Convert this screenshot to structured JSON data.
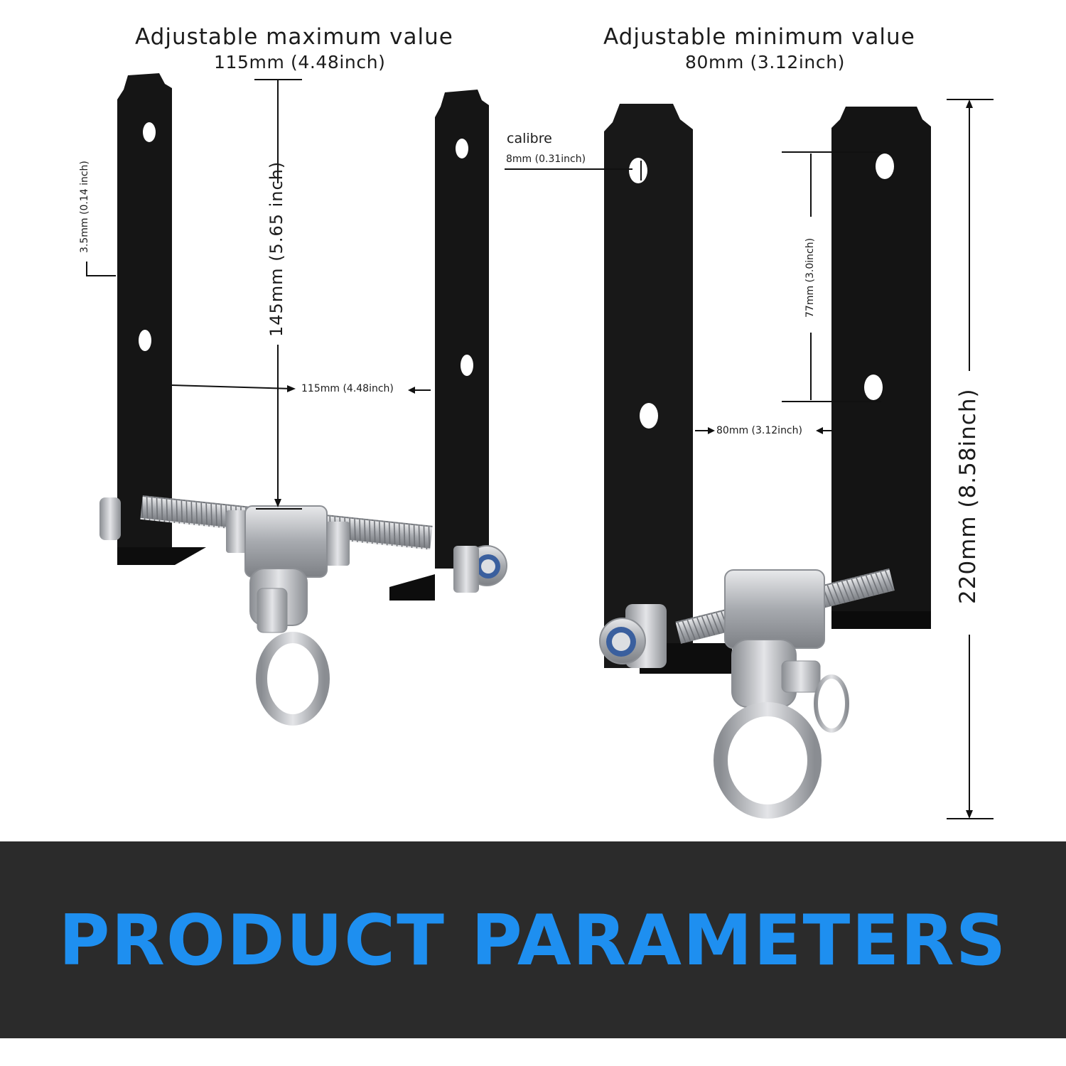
{
  "left_assembly": {
    "title": "Adjustable maximum value",
    "subtitle": "115mm (4.48inch)",
    "thickness_label": "3.5mm (0.14 inch)",
    "height_label": "145mm (5.65 inch)",
    "spacing_label": "115mm (4.48inch)"
  },
  "right_assembly": {
    "title": "Adjustable minimum value",
    "subtitle": "80mm (3.12inch)",
    "calibre_title": "calibre",
    "calibre_label": "8mm (0.31inch)",
    "hole_spacing_label": "77mm (3.0inch)",
    "spacing_label": "80mm (3.12inch)",
    "total_height_label": "220mm (8.58inch)"
  },
  "banner": {
    "text": "PRODUCT PARAMETERS"
  },
  "colors": {
    "banner_background": "#2b2b2b",
    "banner_text": "#1e8ff0",
    "bracket": "#141414",
    "steel": "#b9bcc1",
    "nut_insert": "#3a5f9e"
  }
}
